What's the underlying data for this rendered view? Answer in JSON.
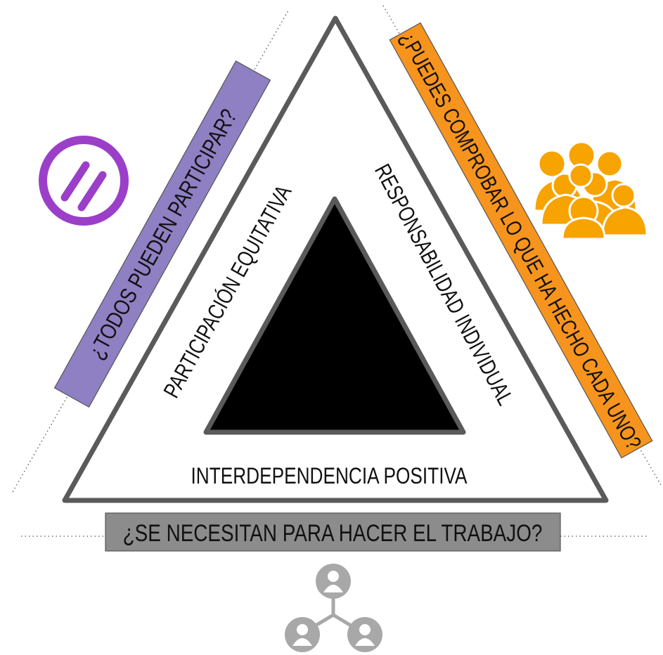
{
  "diagram": {
    "sides": {
      "left": "PARTICIPACIÓN EQUITATIVA",
      "right": "RESPONSABILIDAD INDIVIDUAL",
      "bottom": "INTERDEPENDENCIA POSITIVA"
    },
    "questions": {
      "left": "¿TODOS PUEDEN PARTICIPAR?",
      "right": "¿PUEDES COMPROBAR LO QUE HA HECHO CADA UNO?",
      "bottom": "¿SE NECESITAN PARA HACER EL TRABAJO?"
    },
    "colors": {
      "left_banner": "#8f7fc3",
      "right_banner": "#f7941d",
      "bottom_banner": "#8c8c8c",
      "equal_icon": "#9b3fc8",
      "group_icon": "#f7a300",
      "network_icon": "#a8a8a8",
      "triangle_outline": "#5a5a5a",
      "inner_triangle": "#000000"
    },
    "icons": {
      "left": "equal-sign-icon",
      "right": "group-people-icon",
      "bottom": "people-network-icon"
    }
  }
}
